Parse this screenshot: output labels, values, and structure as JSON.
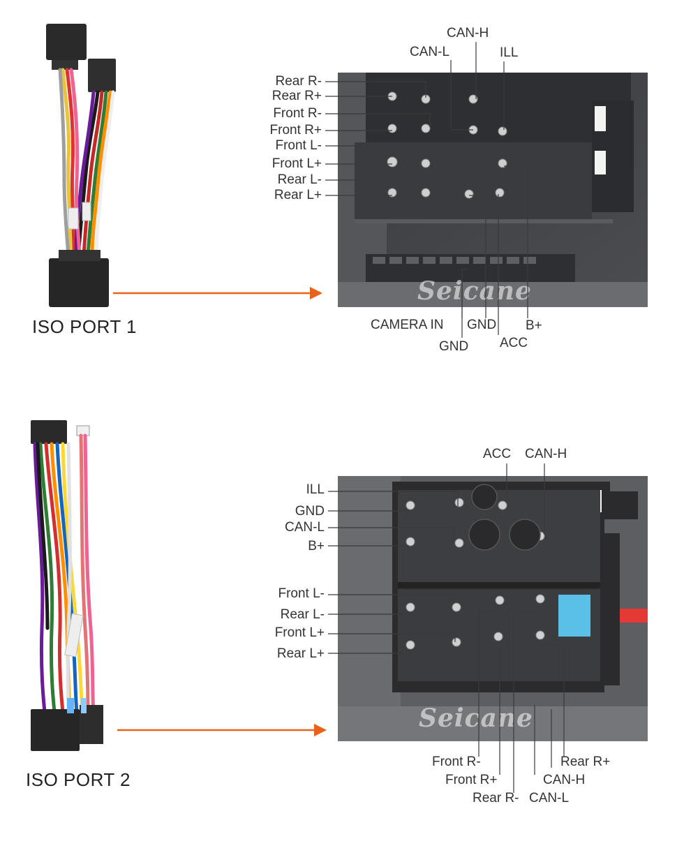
{
  "watermark": "Seicane",
  "ports": [
    {
      "title": "ISO PORT 1",
      "left_labels": [
        "Rear R-",
        "Rear R+",
        "Front R-",
        "Front R+",
        "Front L-",
        "Front L+",
        "Rear L-",
        "Rear L+"
      ],
      "top_labels": [
        "CAN-H",
        "CAN-L",
        "ILL"
      ],
      "bottom_labels": [
        "CAMERA IN",
        "GND",
        "B+",
        "GND",
        "ACC"
      ]
    },
    {
      "title": "ISO PORT 2",
      "left_labels": [
        "ILL",
        "GND",
        "CAN-L",
        "B+",
        "Front L-",
        "Rear L-",
        "Front L+",
        "Rear L+"
      ],
      "top_labels": [
        "ACC",
        "CAN-H"
      ],
      "bottom_labels": [
        "Front R-",
        "Rear R+",
        "Front R+",
        "CAN-H",
        "Rear R-",
        "CAN-L"
      ]
    }
  ],
  "colors": {
    "arrow": "#e8621c",
    "leader": "#3a3a3a",
    "connector": "#2b2b2d",
    "background": "#ffffff"
  }
}
